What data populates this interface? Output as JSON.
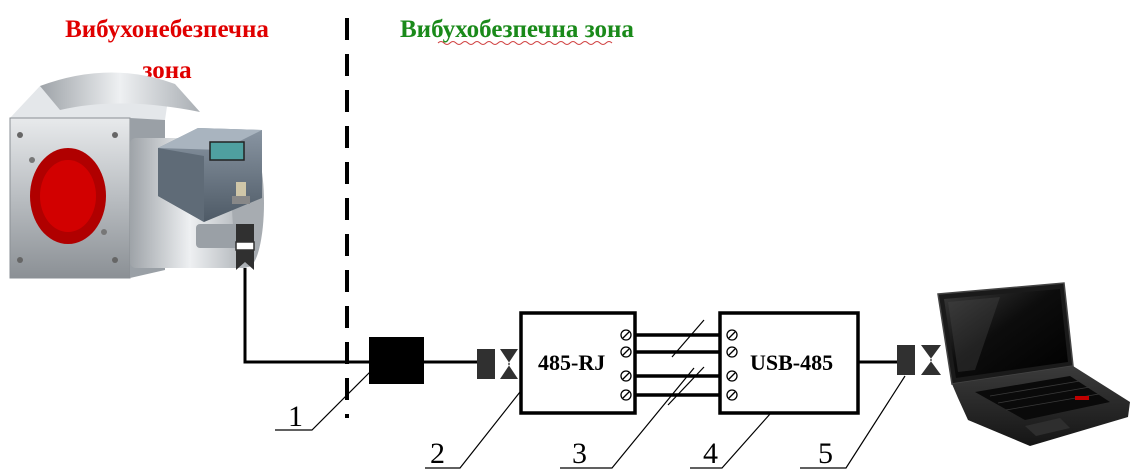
{
  "zones": {
    "hazardous": [
      "Вибухонебезпечна",
      "зона"
    ],
    "safe": "Вибухобезпечна зона"
  },
  "modules": {
    "converter": "485-RJ",
    "usb": "USB-485"
  },
  "callouts": [
    "1",
    "2",
    "3",
    "4",
    "5"
  ],
  "colors": {
    "hazardous_text": "#e00000",
    "safe_text": "#1a8a1a",
    "gas_meter_flange": "#c00000",
    "display": "#4fa0a0"
  },
  "icons": [
    "gas-meter-icon",
    "laptop-icon"
  ]
}
